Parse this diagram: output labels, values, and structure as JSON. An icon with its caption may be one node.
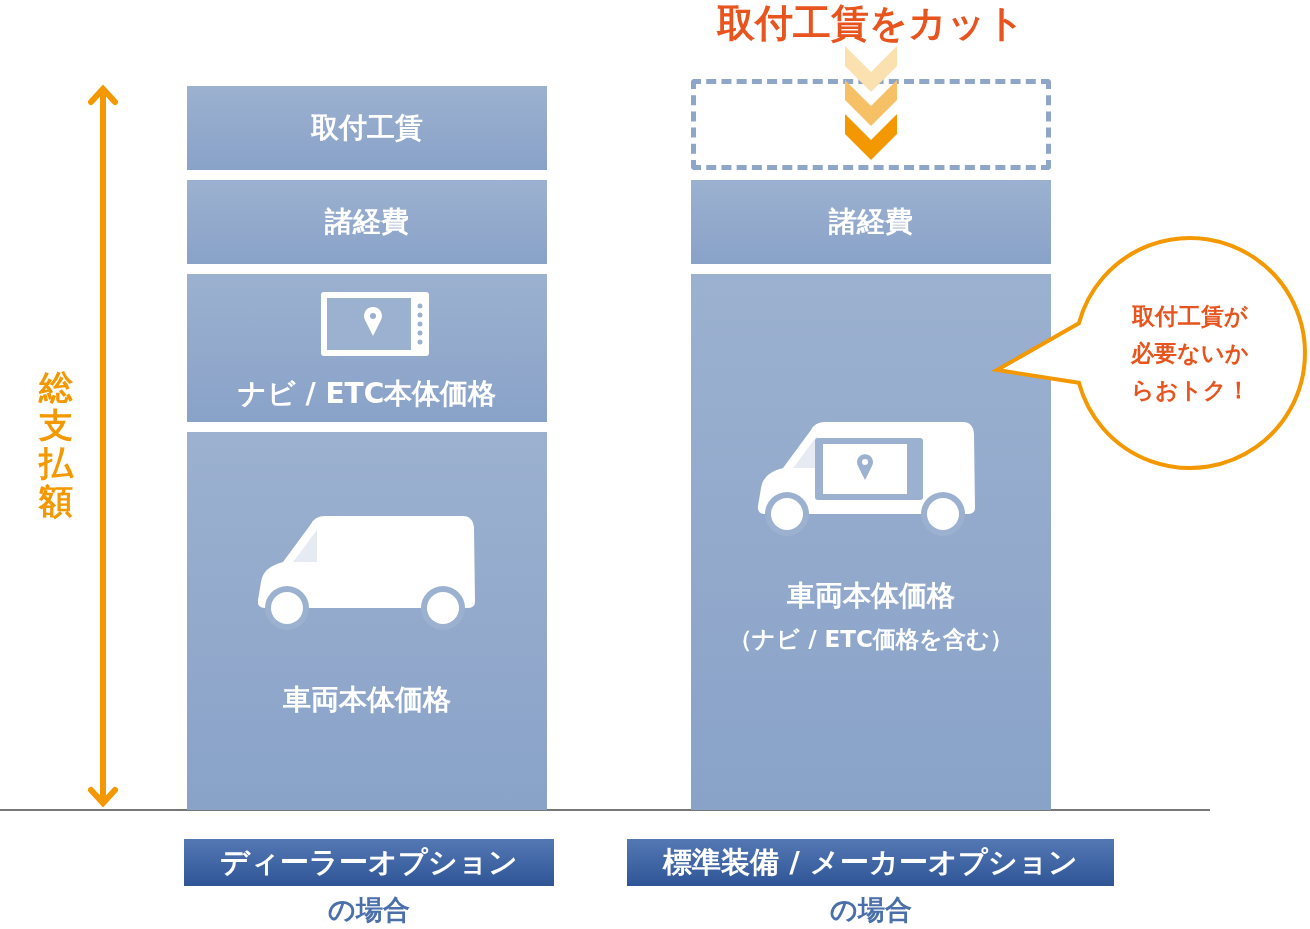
{
  "diagram": {
    "nodes": [
      {
        "text": [
          "取付工賃"
        ]
      },
      {
        "text": [
          "諸経費"
        ]
      },
      {
        "text": [
          "ナビ / ETC本体価格"
        ]
      },
      {
        "text": [
          "車両本体価格"
        ]
      },
      {
        "text": [],
        "shape": "box"
      },
      {
        "text": [
          "諸経費"
        ]
      },
      {
        "text": [
          "車両本体価格",
          "（ナビ / ETC価格を含む）"
        ]
      },
      {
        "text": [
          "取付工賃が必要ないからおトク！"
        ]
      },
      {
        "text": [
          "ディーラーオプション"
        ],
        "beside": [
          "の場合"
        ]
      },
      {
        "text": [
          "標準装備 / メーカーオプション"
        ],
        "beside": [
          "の場合"
        ]
      }
    ],
    "edges": [],
    "labels": [
      "取付工賃をカット",
      "総支払額"
    ]
  }
}
